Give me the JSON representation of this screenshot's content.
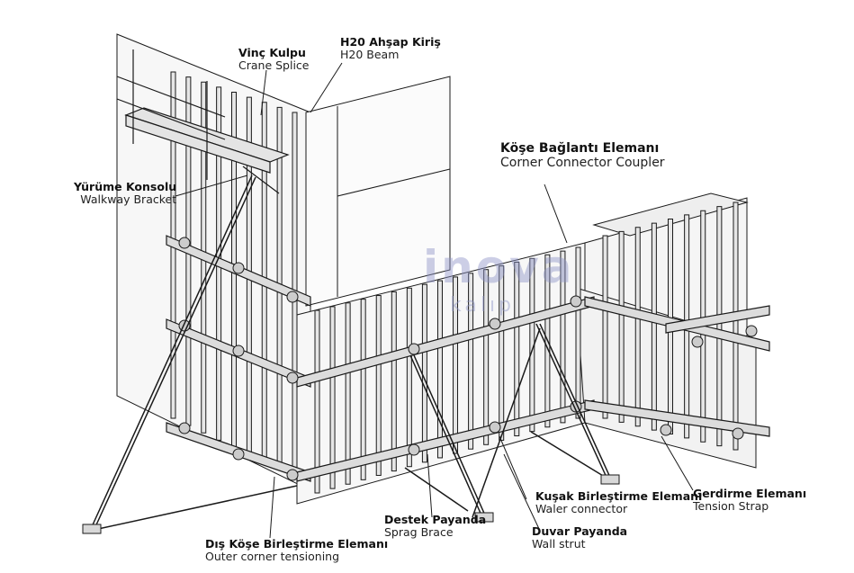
{
  "watermark": {
    "brand": "inova",
    "sub": "kalıp"
  },
  "labels": {
    "crane_splice": {
      "tr": "Vinç Kulpu",
      "en": "Crane Splice"
    },
    "h20_beam": {
      "tr": "H20 Ahşap Kiriş",
      "en": "H20 Beam"
    },
    "corner_connector": {
      "tr": "Köşe Bağlantı Elemanı",
      "en": "Corner Connector Coupler"
    },
    "walkway_bracket": {
      "tr": "Yürüme Konsolu",
      "en": "Walkway Bracket"
    },
    "waler_connector": {
      "tr": "Kuşak Birleştirme Elemanı",
      "en": "Waler connector"
    },
    "tension_strap": {
      "tr": "Gerdirme Elemanı",
      "en": "Tension Strap"
    },
    "sprag_brace": {
      "tr": "Destek Payanda",
      "en": "Sprag Brace"
    },
    "wall_strut": {
      "tr": "Duvar Payanda",
      "en": "Wall strut"
    },
    "outer_corner": {
      "tr": "Dış Köşe Birleştirme Elemanı",
      "en": "Outer corner tensioning"
    }
  },
  "colors": {
    "line": "#1a1a1a",
    "panel": "#f4f4f4",
    "shade": "#cfcfcf",
    "watermark": "#8f95c8"
  }
}
